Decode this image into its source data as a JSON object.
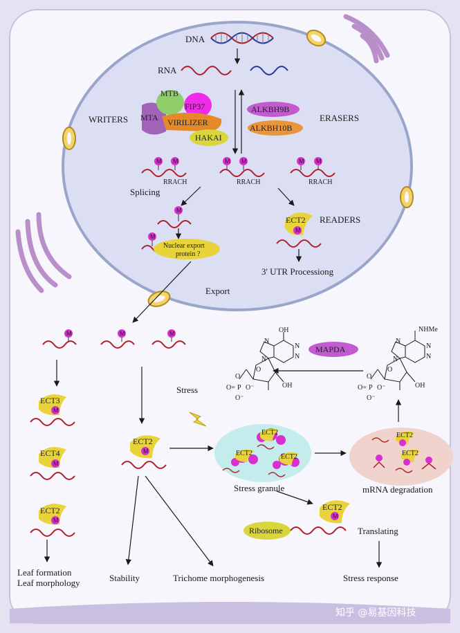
{
  "labels": {
    "dna": "DNA",
    "rna": "RNA",
    "writers": "WRITERS",
    "erasers": "ERASERS",
    "readers": "READERS",
    "splicing": "Splicing",
    "rrach": "RRACH",
    "nuclear_export_line1": "Nuclear export",
    "nuclear_export_line2": "protein ?",
    "utr": "3' UTR Processiong",
    "export": "Export",
    "stress": "Stress",
    "stress_granule": "Stress granule",
    "mrna_degradation": "mRNA degradation",
    "translating": "Translating",
    "stress_response": "Stress response",
    "leaf_line1": "Leaf formation",
    "leaf_line2": "Leaf morphology",
    "stability": "Stability",
    "trichome": "Trichome morphogenesis",
    "watermark": "知乎 @易基因科技"
  },
  "enzymes": {
    "mtb": "MTB",
    "mta": "MTA",
    "fip37": "FIP37",
    "virilizer": "VIRILIZER",
    "hakai": "HAKAI",
    "alkbh9b": "ALKBH9B",
    "alkbh10b": "ALKBH10B",
    "mapda": "MAPDA",
    "ribosome": "Ribosome"
  },
  "readers": {
    "ect2": "ECT2",
    "ect3": "ECT3",
    "ect4": "ECT4"
  },
  "mark": "M",
  "chem": {
    "oh": "OH",
    "o": "O",
    "n": "N",
    "p": "P",
    "nhme": "NHMe",
    "phosphate_left": "O=",
    "o_minus": "O⁻"
  },
  "colors": {
    "nucleus": "#dcdff4",
    "nucleus_border": "#9aa6c9",
    "m6a": "#d92fd0",
    "rna_red": "#b0202a",
    "rna_blue": "#2a3a9a",
    "reader_yellow": "#e8d33a",
    "writer_mtb": "#8fce6a",
    "writer_mta": "#a063b8",
    "writer_fip37": "#ee2be8",
    "writer_virilizer": "#e3892a",
    "writer_hakai": "#d9d53d",
    "eraser_purple": "#c15bd0",
    "eraser_orange": "#e8953c",
    "granule": "#c5ecec",
    "degradation": "#f1d3cd",
    "golgi": "#b98fc9"
  }
}
